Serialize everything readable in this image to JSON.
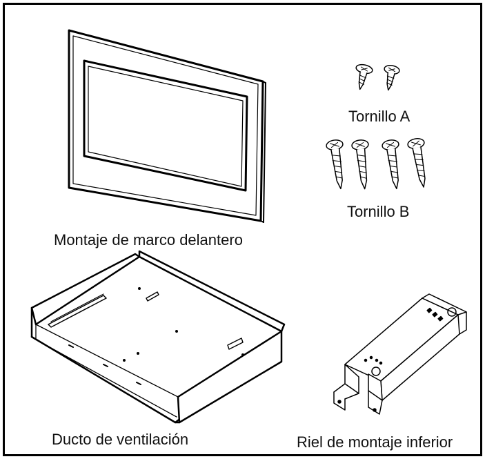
{
  "parts": {
    "frame": {
      "label": "Montaje de marco delantero",
      "icon": "front-frame-assembly-icon"
    },
    "screw_a": {
      "label": "Tornillo A",
      "icon": "screw-a-icon"
    },
    "screw_b": {
      "label": "Tornillo B",
      "icon": "screw-b-icon"
    },
    "duct": {
      "label": "Ducto de ventilación",
      "icon": "vent-duct-icon"
    },
    "rail": {
      "label": "Riel de montaje inferior",
      "icon": "bottom-mounting-rail-icon"
    }
  },
  "colors": {
    "line": "#000000",
    "background": "#ffffff"
  }
}
